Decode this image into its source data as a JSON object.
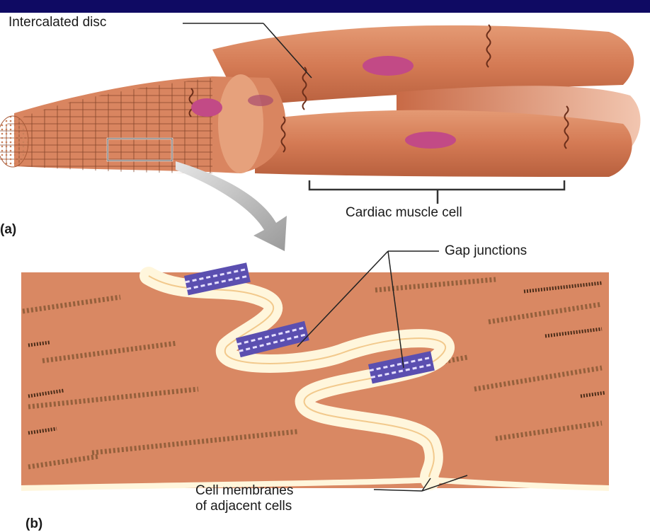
{
  "labels": {
    "intercalated_disc": "Intercalated disc",
    "cardiac_muscle_cell": "Cardiac muscle cell",
    "gap_junctions": "Gap junctions",
    "cell_membranes_line1": "Cell membranes",
    "cell_membranes_line2": "of adjacent cells",
    "panel_a": "(a)",
    "panel_b": "(b)"
  },
  "colors": {
    "header_bar": "#0f0a63",
    "muscle": "#d9825c",
    "muscle_dark": "#b8603e",
    "nucleus": "#c24a86",
    "junction": "#5b4fb0",
    "membrane": "#fff6dc",
    "myofibril": "#8a5a36"
  }
}
